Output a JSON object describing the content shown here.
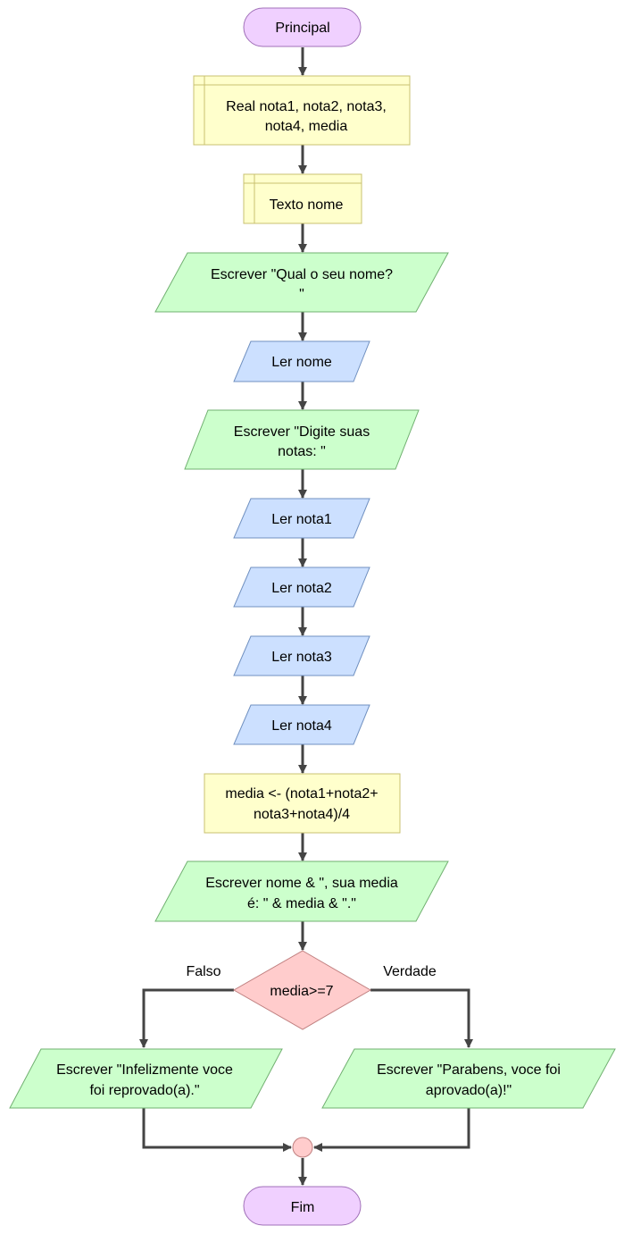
{
  "colors": {
    "terminal_fill": "#f0d0ff",
    "terminal_stroke": "#a070b8",
    "declare_fill": "#ffffcc",
    "declare_stroke": "#c8c070",
    "output_fill": "#ccffcc",
    "output_stroke": "#70b070",
    "input_fill": "#cce0ff",
    "input_stroke": "#7090c0",
    "decision_fill": "#ffcccc",
    "decision_stroke": "#c08080",
    "connector_fill": "#ffcccc",
    "arrow": "#444444"
  },
  "nodes": {
    "start": {
      "lines": [
        "Principal"
      ]
    },
    "declare_reals": {
      "lines": [
        "Real nota1, nota2, nota3,",
        "nota4, media"
      ]
    },
    "declare_text": {
      "lines": [
        "Texto nome"
      ]
    },
    "ask_name": {
      "lines": [
        "Escrever \"Qual o seu nome?",
        "\""
      ]
    },
    "read_name": {
      "lines": [
        "Ler nome"
      ]
    },
    "ask_grades": {
      "lines": [
        "Escrever \"Digite suas",
        "notas: \""
      ]
    },
    "read_nota1": {
      "lines": [
        "Ler nota1"
      ]
    },
    "read_nota2": {
      "lines": [
        "Ler nota2"
      ]
    },
    "read_nota3": {
      "lines": [
        "Ler nota3"
      ]
    },
    "read_nota4": {
      "lines": [
        "Ler nota4"
      ]
    },
    "compute_media": {
      "lines": [
        "media <- (nota1+nota2+",
        "nota3+nota4)/4"
      ]
    },
    "show_media": {
      "lines": [
        "Escrever nome & \", sua media",
        "é: \" & media & \".\""
      ]
    },
    "decision": {
      "lines": [
        "media>=7"
      ]
    },
    "fail_message": {
      "lines": [
        "Escrever \"Infelizmente voce",
        "foi reprovado(a).\""
      ]
    },
    "pass_message": {
      "lines": [
        "Escrever \"Parabens, voce foi",
        "aprovado(a)!\""
      ]
    },
    "end": {
      "lines": [
        "Fim"
      ]
    }
  },
  "branch_labels": {
    "false": "Falso",
    "true": "Verdade"
  }
}
